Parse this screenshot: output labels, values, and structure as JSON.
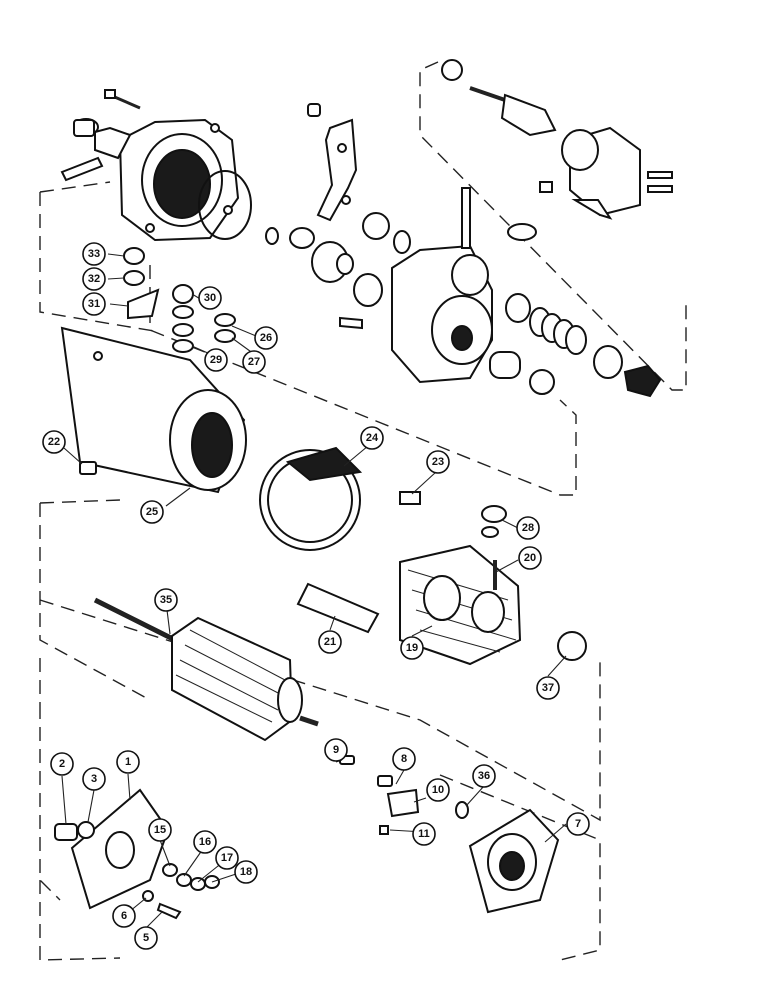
{
  "diagram": {
    "callouts": [
      {
        "id": "c1",
        "label": "1"
      },
      {
        "id": "c2",
        "label": "2"
      },
      {
        "id": "c3",
        "label": "3"
      },
      {
        "id": "c5",
        "label": "5"
      },
      {
        "id": "c6",
        "label": "6"
      },
      {
        "id": "c7",
        "label": "7"
      },
      {
        "id": "c8",
        "label": "8"
      },
      {
        "id": "c9",
        "label": "9"
      },
      {
        "id": "c10",
        "label": "10"
      },
      {
        "id": "c11",
        "label": "11"
      },
      {
        "id": "c15",
        "label": "15"
      },
      {
        "id": "c16",
        "label": "16"
      },
      {
        "id": "c17",
        "label": "17"
      },
      {
        "id": "c18",
        "label": "18"
      },
      {
        "id": "c19",
        "label": "19"
      },
      {
        "id": "c20",
        "label": "20"
      },
      {
        "id": "c21",
        "label": "21"
      },
      {
        "id": "c22",
        "label": "22"
      },
      {
        "id": "c23",
        "label": "23"
      },
      {
        "id": "c24",
        "label": "24"
      },
      {
        "id": "c25",
        "label": "25"
      },
      {
        "id": "c26",
        "label": "26"
      },
      {
        "id": "c27",
        "label": "27"
      },
      {
        "id": "c28",
        "label": "28"
      },
      {
        "id": "c29",
        "label": "29"
      },
      {
        "id": "c30",
        "label": "30"
      },
      {
        "id": "c31",
        "label": "31"
      },
      {
        "id": "c32",
        "label": "32"
      },
      {
        "id": "c33",
        "label": "33"
      },
      {
        "id": "c35",
        "label": "35"
      },
      {
        "id": "c36",
        "label": "36"
      },
      {
        "id": "c37",
        "label": "37"
      }
    ]
  }
}
